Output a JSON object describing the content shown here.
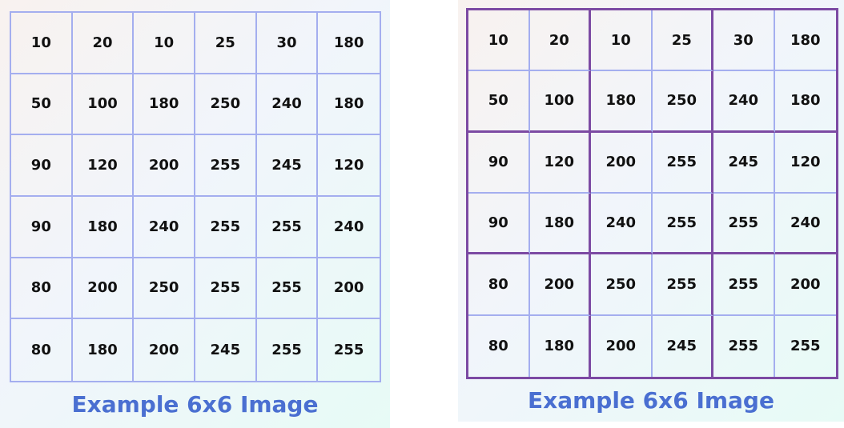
{
  "left": {
    "caption": "Example 6x6 Image",
    "matrix": [
      [
        "10",
        "20",
        "10",
        "25",
        "30",
        "180"
      ],
      [
        "50",
        "100",
        "180",
        "250",
        "240",
        "180"
      ],
      [
        "90",
        "120",
        "200",
        "255",
        "245",
        "120"
      ],
      [
        "90",
        "180",
        "240",
        "255",
        "255",
        "240"
      ],
      [
        "80",
        "200",
        "250",
        "255",
        "255",
        "200"
      ],
      [
        "80",
        "180",
        "200",
        "245",
        "255",
        "255"
      ]
    ]
  },
  "right": {
    "caption": "Example 6x6 Image",
    "pool_block": 2,
    "matrix": [
      [
        "10",
        "20",
        "10",
        "25",
        "30",
        "180"
      ],
      [
        "50",
        "100",
        "180",
        "250",
        "240",
        "180"
      ],
      [
        "90",
        "120",
        "200",
        "255",
        "245",
        "120"
      ],
      [
        "90",
        "180",
        "240",
        "255",
        "255",
        "240"
      ],
      [
        "80",
        "200",
        "250",
        "255",
        "255",
        "200"
      ],
      [
        "80",
        "180",
        "200",
        "245",
        "255",
        "255"
      ]
    ]
  },
  "colors": {
    "grid_line": "#a4aeef",
    "block_line": "#7c4aa3",
    "caption": "#4a6fd1"
  }
}
